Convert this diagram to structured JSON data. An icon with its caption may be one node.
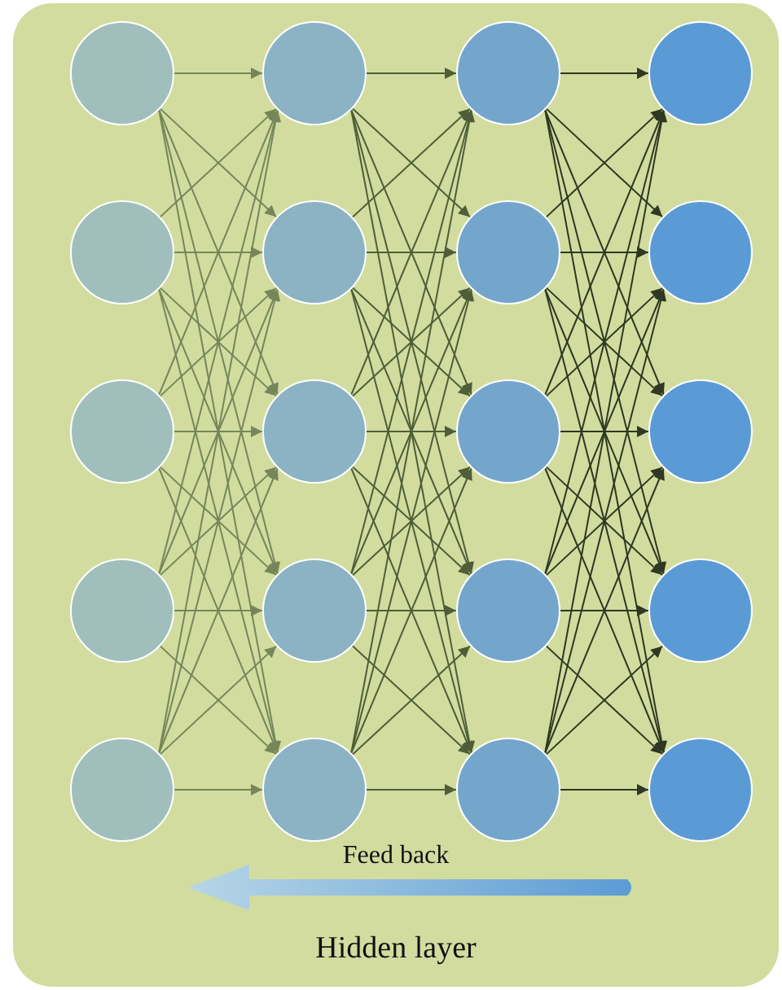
{
  "diagram": {
    "nodes": [
      {
        "text": [
          "Hidden layer"
        ]
      },
      {
        "text": [],
        "shape": "circle",
        "in": 0
      },
      {
        "text": [],
        "shape": "circle",
        "in": 0
      },
      {
        "text": [],
        "shape": "circle",
        "in": 0
      },
      {
        "text": [],
        "shape": "circle",
        "in": 0
      },
      {
        "text": [],
        "shape": "circle",
        "in": 0
      },
      {
        "text": [],
        "shape": "circle",
        "in": 0
      },
      {
        "text": [],
        "shape": "circle",
        "in": 0
      },
      {
        "text": [],
        "shape": "circle",
        "in": 0
      },
      {
        "text": [],
        "shape": "circle",
        "in": 0
      },
      {
        "text": [],
        "shape": "circle",
        "in": 0
      },
      {
        "text": [],
        "shape": "circle",
        "in": 0
      },
      {
        "text": [],
        "shape": "circle",
        "in": 0
      },
      {
        "text": [],
        "shape": "circle",
        "in": 0
      },
      {
        "text": [],
        "shape": "circle",
        "in": 0
      },
      {
        "text": [],
        "shape": "circle",
        "in": 0
      },
      {
        "text": [],
        "shape": "circle",
        "in": 0
      },
      {
        "text": [],
        "shape": "circle",
        "in": 0
      },
      {
        "text": [],
        "shape": "circle",
        "in": 0
      },
      {
        "text": [],
        "shape": "circle",
        "in": 0
      },
      {
        "text": [],
        "shape": "circle",
        "in": 0
      }
    ],
    "edges": [
      {
        "from": 1,
        "to": 2,
        "arrow": "to",
        "color": "#76865a"
      },
      {
        "from": 1,
        "to": 6,
        "arrow": "to",
        "color": "#76865a"
      },
      {
        "from": 1,
        "to": 10,
        "arrow": "to",
        "color": "#76865a"
      },
      {
        "from": 1,
        "to": 14,
        "arrow": "to",
        "color": "#76865a"
      },
      {
        "from": 1,
        "to": 18,
        "arrow": "to",
        "color": "#76865a"
      },
      {
        "from": 5,
        "to": 2,
        "arrow": "to",
        "color": "#76865a"
      },
      {
        "from": 5,
        "to": 6,
        "arrow": "to",
        "color": "#76865a"
      },
      {
        "from": 5,
        "to": 10,
        "arrow": "to",
        "color": "#76865a"
      },
      {
        "from": 5,
        "to": 14,
        "arrow": "to",
        "color": "#76865a"
      },
      {
        "from": 5,
        "to": 18,
        "arrow": "to",
        "color": "#76865a"
      },
      {
        "from": 9,
        "to": 2,
        "arrow": "to",
        "color": "#76865a"
      },
      {
        "from": 9,
        "to": 6,
        "arrow": "to",
        "color": "#76865a"
      },
      {
        "from": 9,
        "to": 10,
        "arrow": "to",
        "color": "#76865a"
      },
      {
        "from": 9,
        "to": 14,
        "arrow": "to",
        "color": "#76865a"
      },
      {
        "from": 9,
        "to": 18,
        "arrow": "to",
        "color": "#76865a"
      },
      {
        "from": 13,
        "to": 2,
        "arrow": "to",
        "color": "#76865a"
      },
      {
        "from": 13,
        "to": 6,
        "arrow": "to",
        "color": "#76865a"
      },
      {
        "from": 13,
        "to": 10,
        "arrow": "to",
        "color": "#76865a"
      },
      {
        "from": 13,
        "to": 14,
        "arrow": "to",
        "color": "#76865a"
      },
      {
        "from": 13,
        "to": 18,
        "arrow": "to",
        "color": "#76865a"
      },
      {
        "from": 17,
        "to": 2,
        "arrow": "to",
        "color": "#76865a"
      },
      {
        "from": 17,
        "to": 6,
        "arrow": "to",
        "color": "#76865a"
      },
      {
        "from": 17,
        "to": 10,
        "arrow": "to",
        "color": "#76865a"
      },
      {
        "from": 17,
        "to": 14,
        "arrow": "to",
        "color": "#76865a"
      },
      {
        "from": 17,
        "to": 18,
        "arrow": "to",
        "color": "#76865a"
      },
      {
        "from": 2,
        "to": 3,
        "arrow": "to"
      },
      {
        "from": 2,
        "to": 7,
        "arrow": "to"
      },
      {
        "from": 2,
        "to": 11,
        "arrow": "to"
      },
      {
        "from": 2,
        "to": 15,
        "arrow": "to"
      },
      {
        "from": 2,
        "to": 19,
        "arrow": "to"
      },
      {
        "from": 6,
        "to": 3,
        "arrow": "to"
      },
      {
        "from": 6,
        "to": 7,
        "arrow": "to"
      },
      {
        "from": 6,
        "to": 11,
        "arrow": "to"
      },
      {
        "from": 6,
        "to": 15,
        "arrow": "to"
      },
      {
        "from": 6,
        "to": 19,
        "arrow": "to"
      },
      {
        "from": 10,
        "to": 3,
        "arrow": "to"
      },
      {
        "from": 10,
        "to": 7,
        "arrow": "to"
      },
      {
        "from": 10,
        "to": 11,
        "arrow": "to"
      },
      {
        "from": 10,
        "to": 15,
        "arrow": "to"
      },
      {
        "from": 10,
        "to": 19,
        "arrow": "to"
      },
      {
        "from": 14,
        "to": 3,
        "arrow": "to"
      },
      {
        "from": 14,
        "to": 7,
        "arrow": "to"
      },
      {
        "from": 14,
        "to": 11,
        "arrow": "to"
      },
      {
        "from": 14,
        "to": 15,
        "arrow": "to"
      },
      {
        "from": 14,
        "to": 19,
        "arrow": "to"
      },
      {
        "from": 18,
        "to": 3,
        "arrow": "to"
      },
      {
        "from": 18,
        "to": 7,
        "arrow": "to"
      },
      {
        "from": 18,
        "to": 11,
        "arrow": "to"
      },
      {
        "from": 18,
        "to": 15,
        "arrow": "to"
      },
      {
        "from": 18,
        "to": 19,
        "arrow": "to"
      },
      {
        "from": 3,
        "to": 4,
        "arrow": "to",
        "color": "#2e3822"
      },
      {
        "from": 3,
        "to": 8,
        "arrow": "to",
        "color": "#2e3822"
      },
      {
        "from": 3,
        "to": 12,
        "arrow": "to",
        "color": "#2e3822"
      },
      {
        "from": 3,
        "to": 16,
        "arrow": "to",
        "color": "#2e3822"
      },
      {
        "from": 3,
        "to": 20,
        "arrow": "to",
        "color": "#2e3822"
      },
      {
        "from": 7,
        "to": 4,
        "arrow": "to",
        "color": "#2e3822"
      },
      {
        "from": 7,
        "to": 8,
        "arrow": "to",
        "color": "#2e3822"
      },
      {
        "from": 7,
        "to": 12,
        "arrow": "to",
        "color": "#2e3822"
      },
      {
        "from": 7,
        "to": 16,
        "arrow": "to",
        "color": "#2e3822"
      },
      {
        "from": 7,
        "to": 20,
        "arrow": "to",
        "color": "#2e3822"
      },
      {
        "from": 11,
        "to": 4,
        "arrow": "to",
        "color": "#2e3822"
      },
      {
        "from": 11,
        "to": 8,
        "arrow": "to",
        "color": "#2e3822"
      },
      {
        "from": 11,
        "to": 12,
        "arrow": "to",
        "color": "#2e3822"
      },
      {
        "from": 11,
        "to": 16,
        "arrow": "to",
        "color": "#2e3822"
      },
      {
        "from": 11,
        "to": 20,
        "arrow": "to",
        "color": "#2e3822"
      },
      {
        "from": 15,
        "to": 4,
        "arrow": "to",
        "color": "#2e3822"
      },
      {
        "from": 15,
        "to": 8,
        "arrow": "to",
        "color": "#2e3822"
      },
      {
        "from": 15,
        "to": 12,
        "arrow": "to",
        "color": "#2e3822"
      },
      {
        "from": 15,
        "to": 16,
        "arrow": "to",
        "color": "#2e3822"
      },
      {
        "from": 15,
        "to": 20,
        "arrow": "to",
        "color": "#2e3822"
      },
      {
        "from": 19,
        "to": 4,
        "arrow": "to",
        "color": "#2e3822"
      },
      {
        "from": 19,
        "to": 8,
        "arrow": "to",
        "color": "#2e3822"
      },
      {
        "from": 19,
        "to": 12,
        "arrow": "to",
        "color": "#2e3822"
      },
      {
        "from": 19,
        "to": 16,
        "arrow": "to",
        "color": "#2e3822"
      },
      {
        "from": 19,
        "to": 20,
        "arrow": "to",
        "color": "#2e3822"
      }
    ],
    "labels": [
      "Feed back"
    ]
  }
}
